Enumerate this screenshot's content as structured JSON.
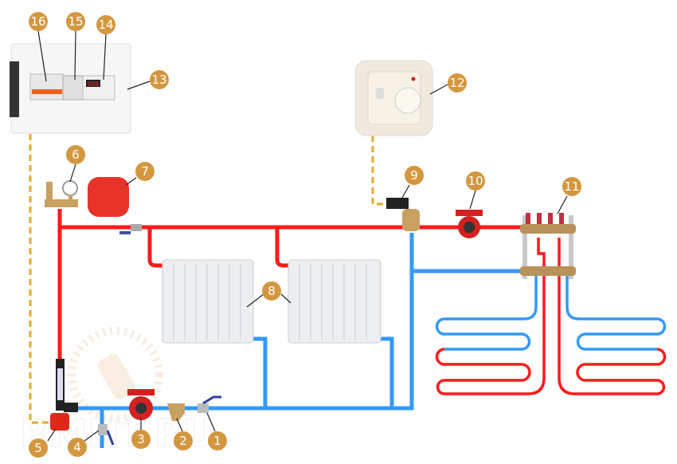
{
  "colors": {
    "hot": "#ff1a1a",
    "cold": "#3399ff",
    "signal": "#e8a830",
    "badge": "#d4973f",
    "pump": "#d42020",
    "brass": "#b8925a"
  },
  "watermark": "RMNT.RU",
  "labels": [
    "1",
    "2",
    "3",
    "4",
    "5",
    "6",
    "7",
    "8",
    "9",
    "10",
    "11",
    "12",
    "13",
    "14",
    "15",
    "16"
  ],
  "display_digits": "888"
}
